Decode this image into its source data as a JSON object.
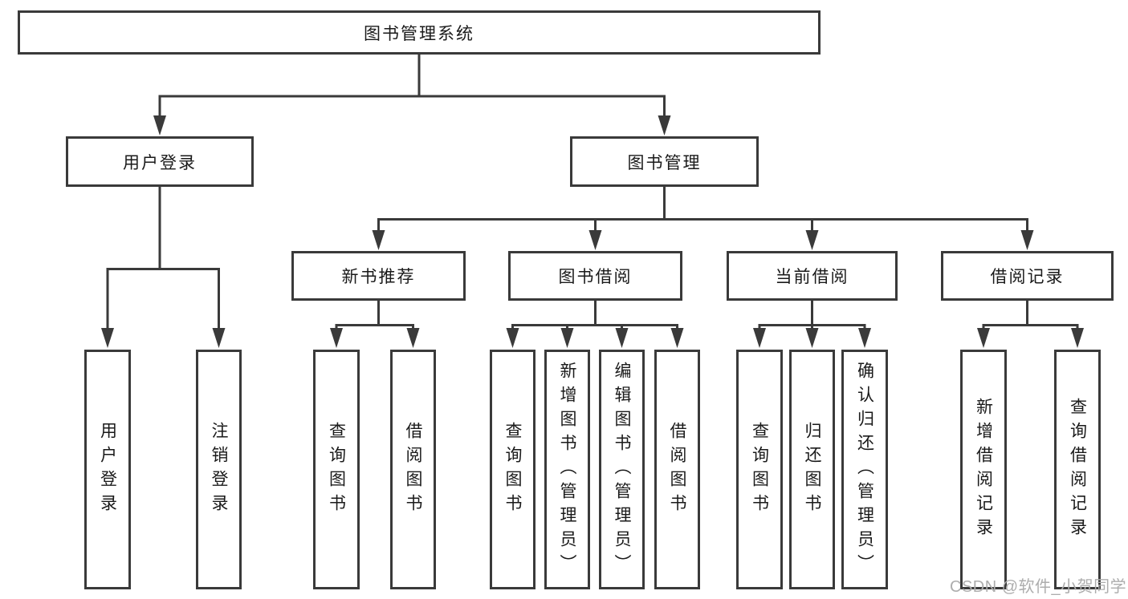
{
  "nodes": {
    "root": "图书管理系统",
    "user_login": "用户登录",
    "book_mgmt": "图书管理",
    "new_book_rec": "新书推荐",
    "book_borrow": "图书借阅",
    "current_borrow": "当前借阅",
    "borrow_records": "借阅记录",
    "login_leaf": "用户登录",
    "logout_leaf": "注销登录",
    "rec_query": "查询图书",
    "rec_borrow": "借阅图书",
    "bb_query": "查询图书",
    "bb_add": "新增图书（管理员）",
    "bb_edit": "编辑图书（管理员）",
    "bb_borrow": "借阅图书",
    "cb_query": "查询图书",
    "cb_return": "归还图书",
    "cb_confirm": "确认归还（管理员）",
    "br_add": "新增借阅记录",
    "br_query": "查询借阅记录"
  },
  "watermark": "CSDN @软件_小贺同学",
  "colors": {
    "line": "#3a3a3a",
    "text": "#1a1a1a",
    "watermark": "#adadad",
    "background": "#ffffff"
  }
}
